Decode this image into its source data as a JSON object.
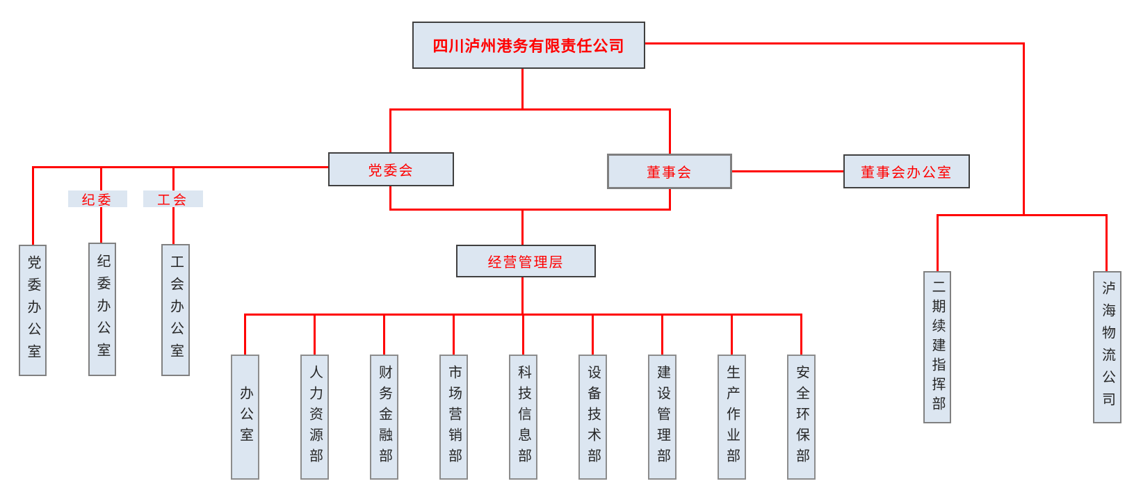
{
  "diagram": {
    "type": "org-chart",
    "colors": {
      "line": "#ff0000",
      "box_fill": "#dce6f1",
      "red_text": "#ff0000",
      "dark_text": "#262626"
    },
    "nodes": {
      "company": {
        "label": "四川泸州港务有限责任公司"
      },
      "party_committee": {
        "label": "党委会"
      },
      "board": {
        "label": "董事会"
      },
      "board_office": {
        "label": "董事会办公室"
      },
      "discipline_tag": {
        "label": "纪委"
      },
      "union_tag": {
        "label": "工会"
      },
      "management": {
        "label": "经营管理层"
      },
      "party_office": {
        "label": "党委办公室"
      },
      "discipline_office": {
        "label": "纪委办公室"
      },
      "union_office": {
        "label": "工会办公室"
      },
      "phase2_hq": {
        "label": "二期续建指挥部"
      },
      "luhai_logistics": {
        "label": "泸海物流公司"
      }
    },
    "departments": [
      {
        "label": "办公室"
      },
      {
        "label": "人力资源部"
      },
      {
        "label": "财务金融部"
      },
      {
        "label": "市场营销部"
      },
      {
        "label": "科技信息部"
      },
      {
        "label": "设备技术部"
      },
      {
        "label": "建设管理部"
      },
      {
        "label": "生产作业部"
      },
      {
        "label": "安全环保部"
      }
    ]
  }
}
